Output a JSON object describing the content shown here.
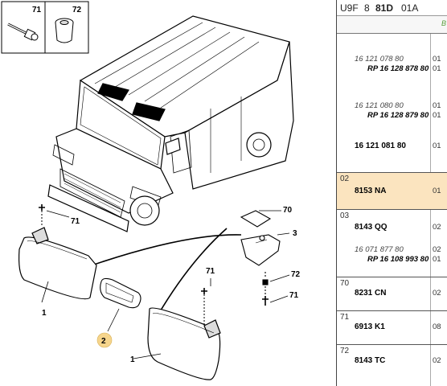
{
  "diagram": {
    "callouts": {
      "c71_top": "71",
      "c72_top": "72",
      "c71_left": "71",
      "c1_left": "1",
      "c2": "2",
      "c1_bottom": "1",
      "c71_mid": "71",
      "c70": "70",
      "c3": "3",
      "c72_right": "72",
      "c71_right": "71"
    },
    "colors": {
      "callout_highlight": "#f6d58c",
      "ink": "#000000"
    }
  },
  "parts": {
    "header": {
      "prefix": "U9F",
      "a": "8",
      "b": "81D",
      "c": "01A"
    },
    "subheader": "B",
    "rows": [
      {
        "group": "",
        "refs": [
          "16 121 078 80",
          "RP 16 128 878 80"
        ],
        "qty": [
          "01",
          "01"
        ]
      },
      {
        "group": "",
        "refs": [
          "16 121 080 80",
          "RP 16 128 879 80"
        ],
        "qty": [
          "01",
          "01"
        ]
      },
      {
        "group": "",
        "refs": [
          "16 121 081 80"
        ],
        "qty": [
          "01"
        ]
      },
      {
        "group": "02",
        "refs": [
          "8153 NA"
        ],
        "qty": [
          "01"
        ]
      },
      {
        "group": "03",
        "refs": [
          "8143 QQ",
          "16 071 877 80",
          "RP 16 108 993 80"
        ],
        "qty": [
          "02",
          "02",
          "01"
        ]
      },
      {
        "group": "70",
        "refs": [
          "8231 CN"
        ],
        "qty": [
          "02"
        ]
      },
      {
        "group": "71",
        "refs": [
          "6913 K1"
        ],
        "qty": [
          "08"
        ]
      },
      {
        "group": "72",
        "refs": [
          "8143 TC"
        ],
        "qty": [
          "02"
        ]
      }
    ],
    "colors": {
      "highlight_row": "#fbe4bf",
      "subheader_text": "#5a9f3d"
    }
  }
}
